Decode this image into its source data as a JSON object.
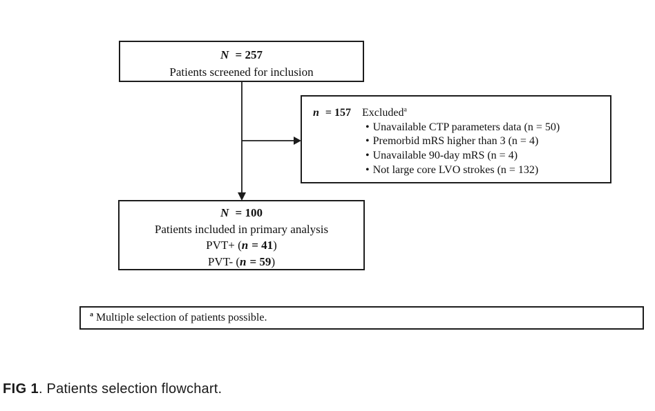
{
  "figure": {
    "screened": {
      "n": "N",
      "n_eq": "= 257",
      "desc": "Patients screened for inclusion"
    },
    "excluded": {
      "n": "n",
      "n_eq": "= 157",
      "label": "Excluded",
      "sup": "a",
      "bullet_char": "•",
      "bullets": [
        "Unavailable CTP parameters data (n = 50)",
        "Premorbid mRS higher than 3 (n = 4)",
        "Unavailable 90-day mRS (n = 4)",
        "Not large core LVO strokes (n = 132)"
      ]
    },
    "included": {
      "n": "N",
      "n_eq": "= 100",
      "desc": "Patients included in primary analysis",
      "pvt_plus": {
        "prefix": "PVT+ (",
        "n": "n",
        "eq": "= 41",
        "suffix": ")"
      },
      "pvt_minus": {
        "prefix": "PVT- (",
        "n": "n",
        "eq": "= 59",
        "suffix": ")"
      }
    },
    "footnote": {
      "sup": "a",
      "text": "Multiple selection of patients possible."
    },
    "caption": {
      "label": "FIG 1",
      "text": ". Patients selection flowchart."
    },
    "colors": {
      "line": "#1c1c1c",
      "background": "#ffffff"
    }
  }
}
